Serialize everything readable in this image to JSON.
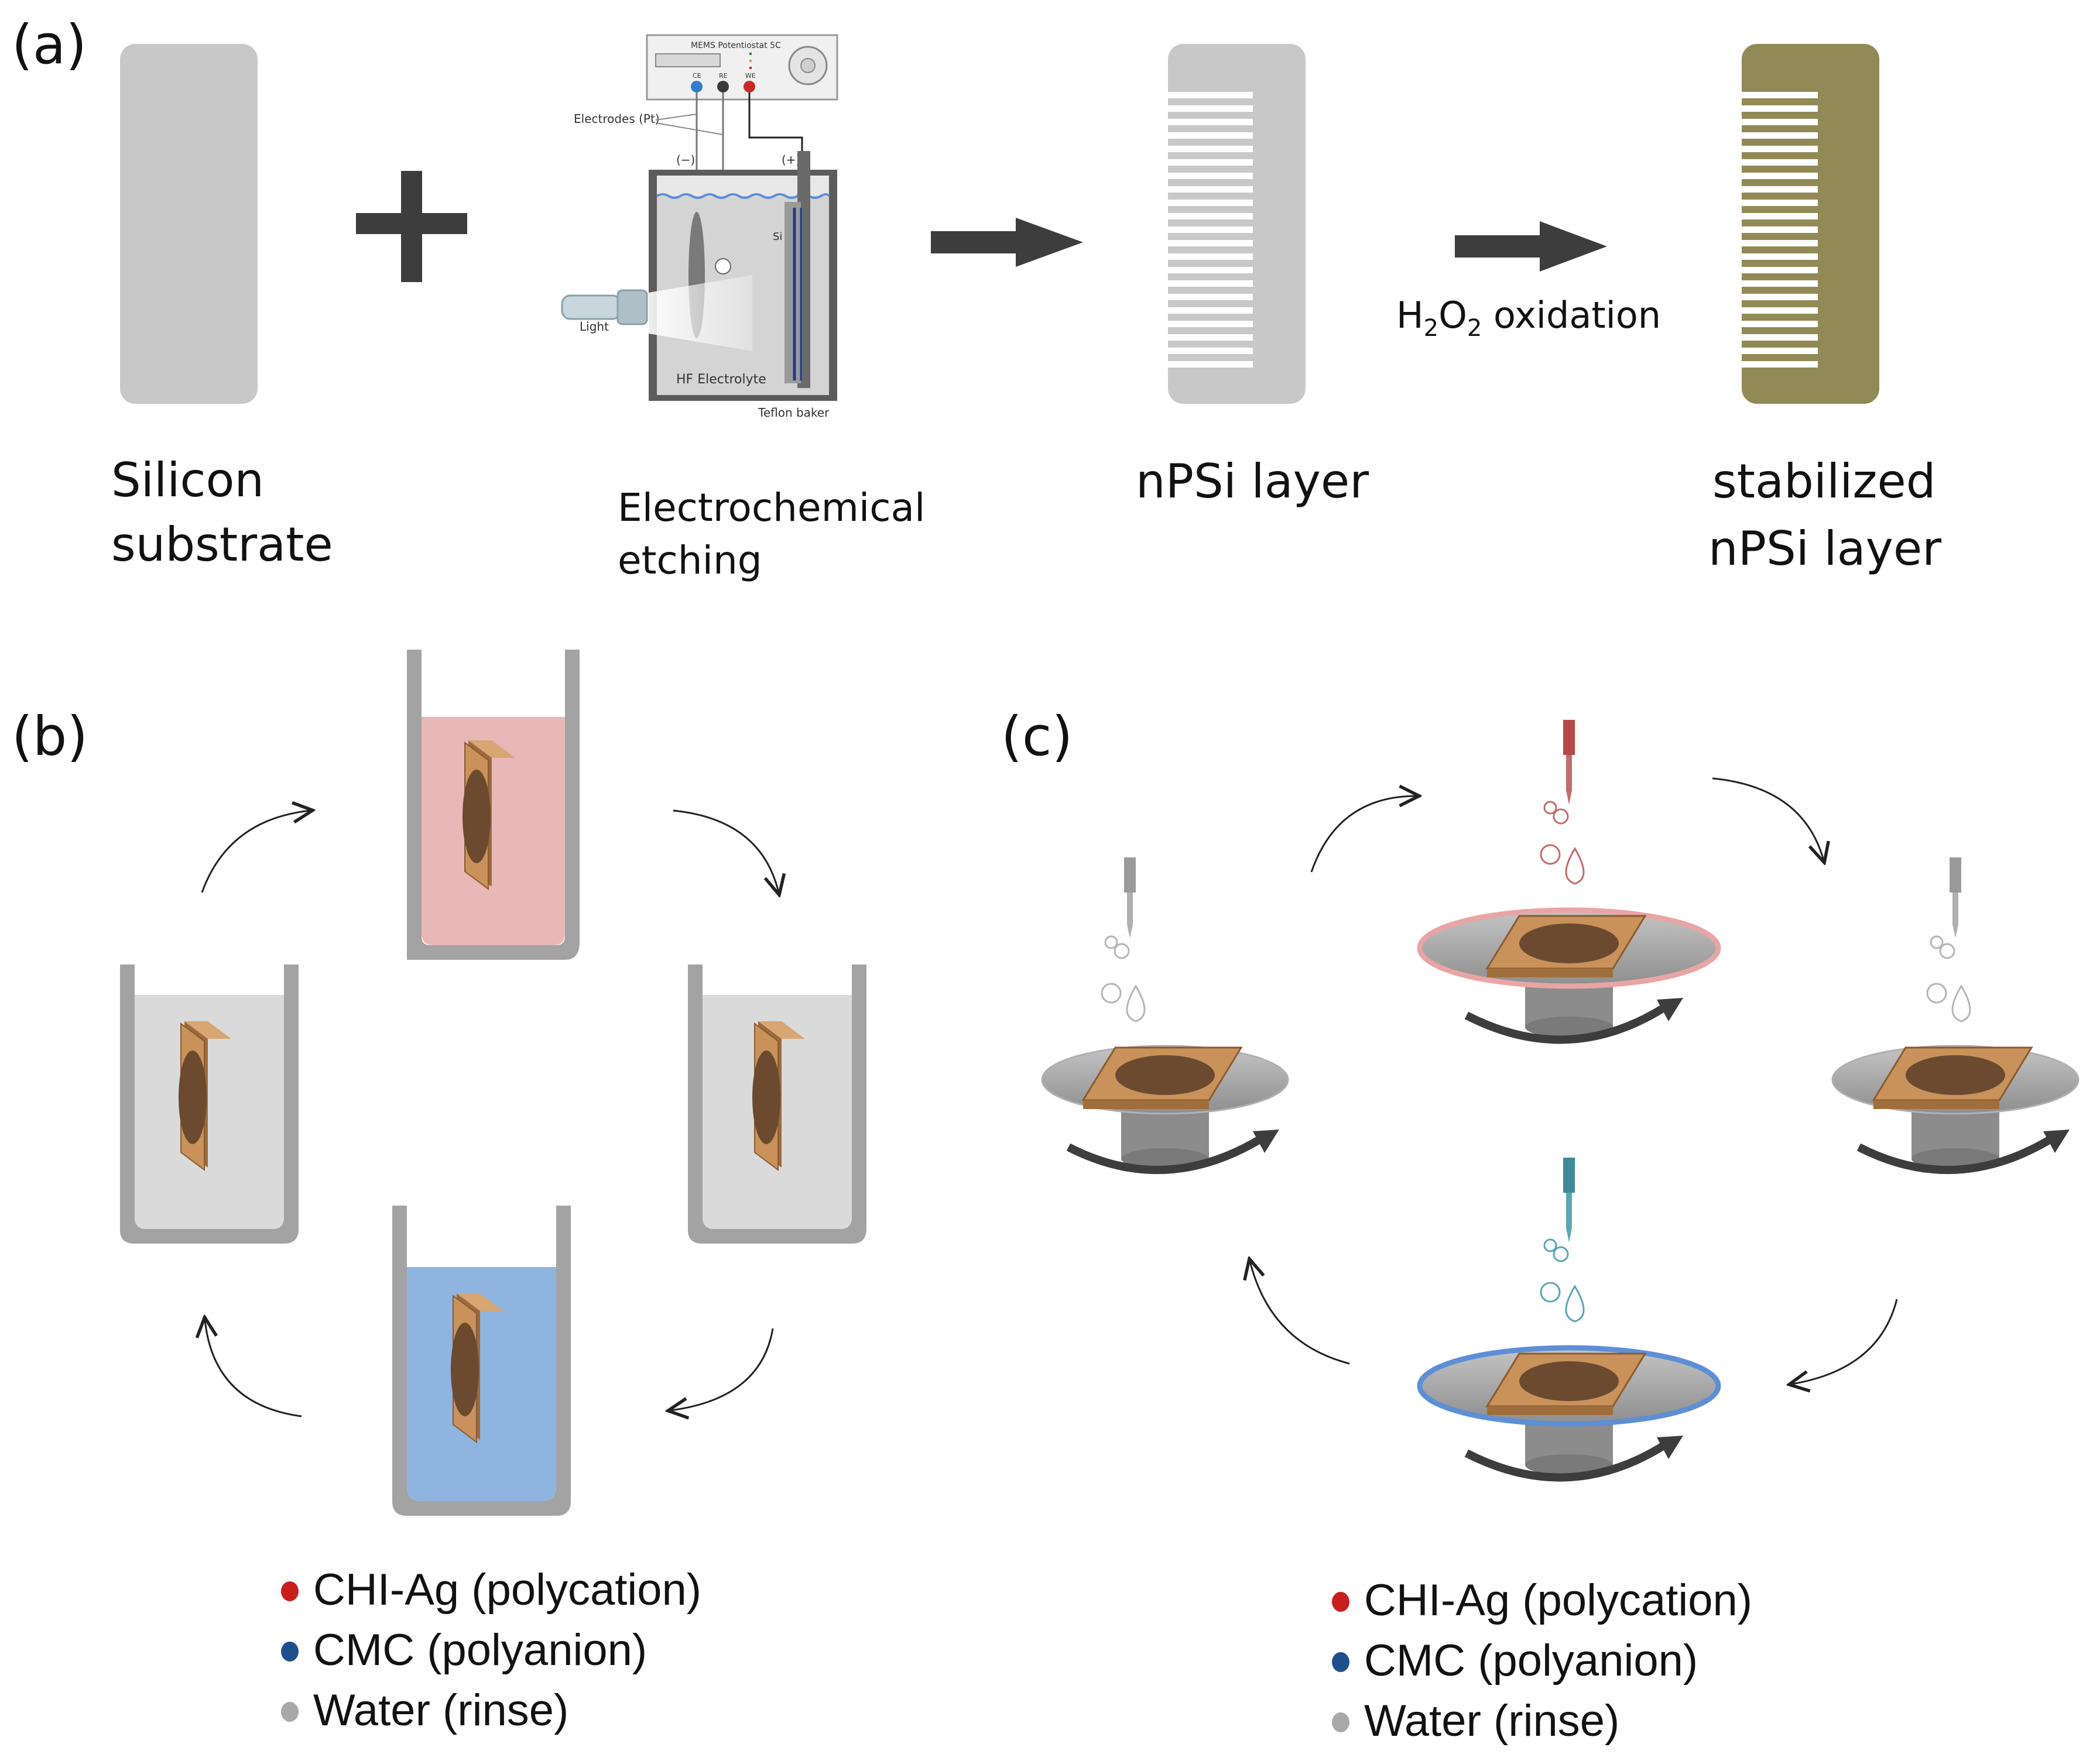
{
  "panels": {
    "a": "(a)",
    "b": "(b)",
    "c": "(c)"
  },
  "panel_a": {
    "silicon_line1": "Silicon",
    "silicon_line2": "substrate",
    "etching_line1": "Electrochemical",
    "etching_line2": "etching",
    "npsi": "nPSi layer",
    "stab_line1": "stabilized",
    "stab_line2": "nPSi layer",
    "oxidation_h": "H",
    "oxidation_2a": "2",
    "oxidation_o": "O",
    "oxidation_2b": "2",
    "oxidation_rest": " oxidation",
    "apparatus": {
      "device": "MEMS Potentiostat 5C",
      "port_ce": "CE",
      "port_re": "RE",
      "port_we": "WE",
      "electrodes": "Electrodes (Pt)",
      "minus": "(−)",
      "plus": "(+)",
      "si": "Si",
      "light": "Light",
      "electrolyte": "HF Electrolyte",
      "baker": "Teflon baker"
    }
  },
  "legend_b": {
    "items": [
      {
        "label": "CHI-Ag (polycation)",
        "color": "#c81e1e"
      },
      {
        "label": "CMC (polyanion)",
        "color": "#1f4e8c"
      },
      {
        "label": "Water (rinse)",
        "color": "#a8a8a8"
      }
    ]
  },
  "legend_c": {
    "items": [
      {
        "label": "CHI-Ag (polycation)",
        "color": "#c81e1e"
      },
      {
        "label": "CMC (polyanion)",
        "color": "#1f4e8c"
      },
      {
        "label": "Water (rinse)",
        "color": "#a8a8a8"
      }
    ]
  },
  "colors": {
    "silicon": "#c8c8c8",
    "stabilized": "#918a56",
    "chi_solution": "#e8b8b8",
    "cmc_solution": "#8fb4e0",
    "water_solution": "#dadada",
    "beaker": "#a3a3a3",
    "substrate_wood": "#c8925a",
    "substrate_dark": "#6b4a30",
    "arrow": "#3d3d3d"
  }
}
